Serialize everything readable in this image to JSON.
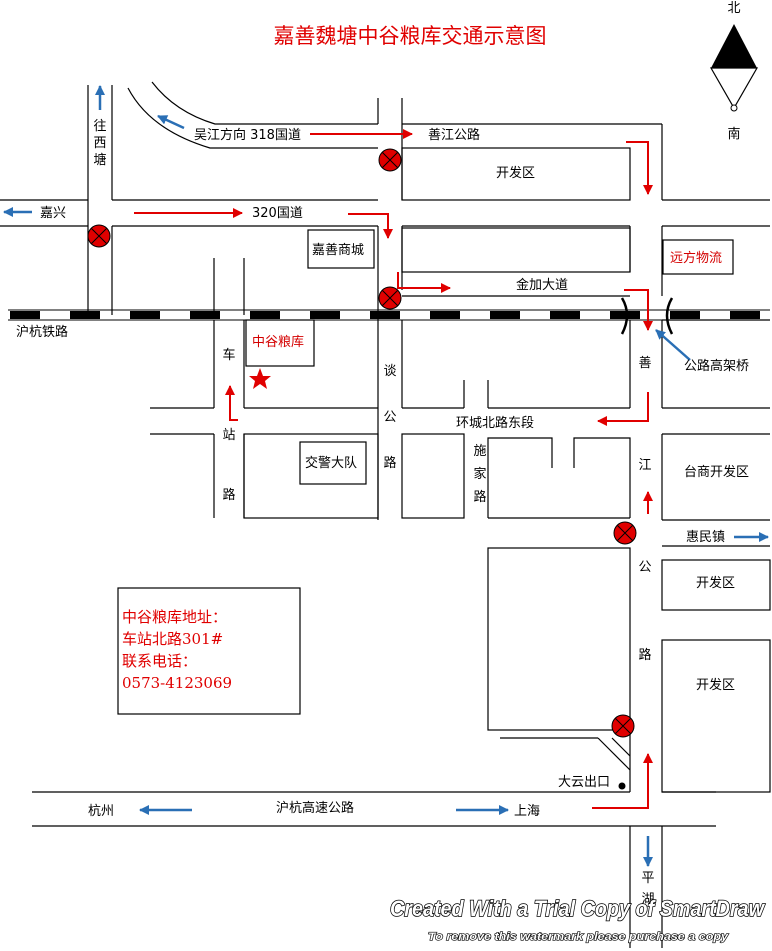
{
  "title": "嘉善魏塘中谷粮库交通示意图",
  "compass": {
    "north": "北",
    "south": "南"
  },
  "roads": {
    "wangxitang": [
      "往",
      "西",
      "塘"
    ],
    "wujiang_318": "吴江方向 318国道",
    "shanjiang": "善江公路",
    "jiaxing": "嘉兴",
    "guodao_320": "320国道",
    "jinjia": "金加大道",
    "huhang_rail": "沪杭铁路",
    "chezhan": [
      "车",
      "站",
      "路"
    ],
    "tangong": [
      "谈",
      "公",
      "路"
    ],
    "huancheng": "环城北路东段",
    "shijia": [
      "施",
      "家",
      "路"
    ],
    "shanjiang_v": [
      "善",
      "江",
      "公",
      "路"
    ],
    "huiminzhen": "惠民镇",
    "gaojia": "公路高架桥",
    "dayun_exit": "大云出口",
    "hangzhou": "杭州",
    "shanghai": "上海",
    "huhang_expressway": "沪杭高速公路",
    "ping": [
      "平",
      "湖"
    ]
  },
  "places": {
    "kaifaqu": "开发区",
    "jiashan_mall": "嘉善商城",
    "yuanfang": "远方物流",
    "zhonggu": "中谷粮库",
    "jiaojing": "交警大队",
    "taishang": "台商开发区"
  },
  "info_box": {
    "line1": "中谷粮库地址：",
    "line2": "车站北路301#",
    "line3": "联系电话：",
    "line4": "0573-4123069"
  },
  "watermark": {
    "line1": "Created With a Trial Copy of SmartDraw",
    "line2": "To remove this watermark please purchase a copy"
  },
  "colors": {
    "route": "#e00000",
    "direction": "#2a6fb5",
    "label_red": "#d40000",
    "background": "#ffffff"
  }
}
